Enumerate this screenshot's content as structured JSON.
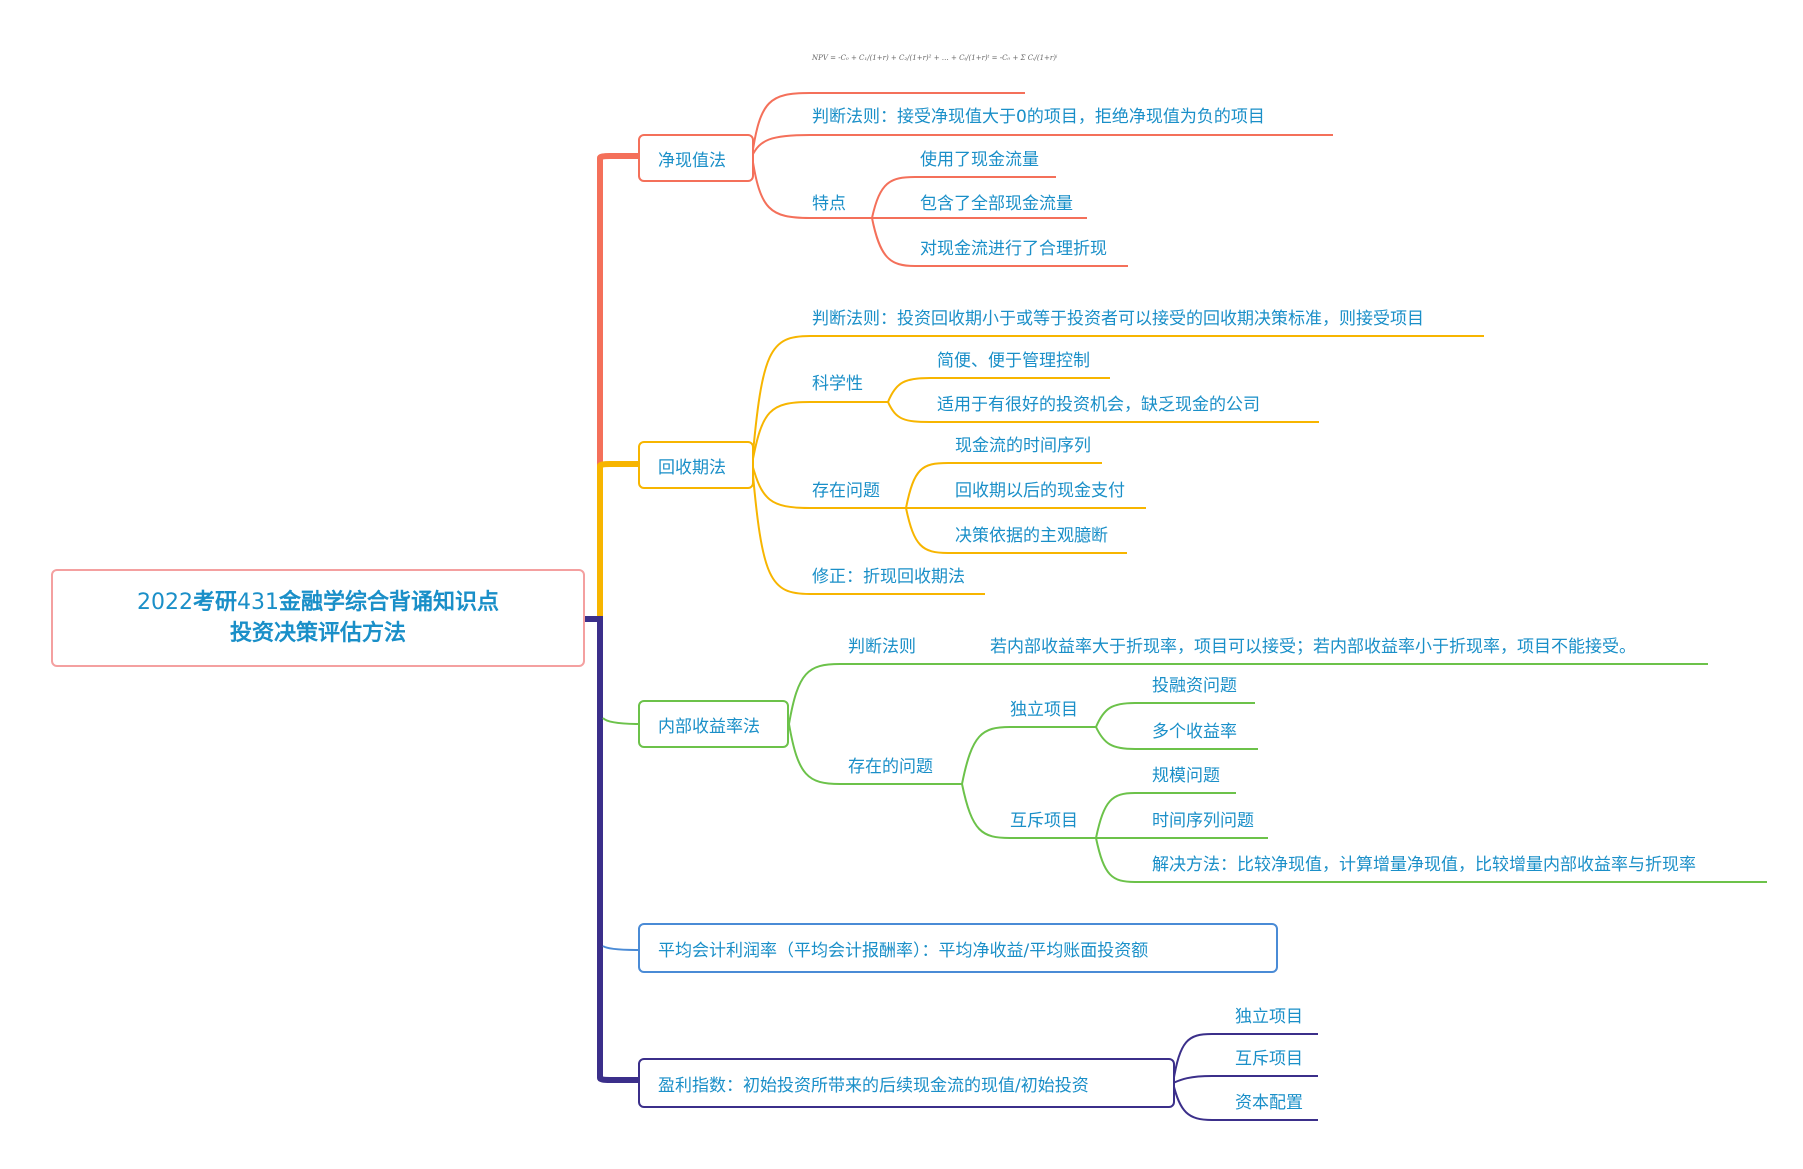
{
  "colors": {
    "npv": "#f4705a",
    "payback": "#f7b500",
    "irr": "#6cc24a",
    "aar": "#4a8bd6",
    "pi": "#3b2f8a",
    "root_border": "#f4a0a0",
    "text": "#1a8fc8"
  },
  "root": {
    "line1_year": "2022",
    "line1_a": "考研",
    "line1_num": "431",
    "line1_b": "金融学综合背诵知识点",
    "line2": "投资决策评估方法"
  },
  "npv": {
    "label": "净现值法",
    "formula": "NPV = -C₀ + C₁/(1+r) + C₂/(1+r)² + … + Cₜ/(1+r)ᵗ = -C₀ + Σ Cᵢ/(1+r)ⁱ",
    "rule": "判断法则：接受净现值大于0的项目，拒绝净现值为负的项目",
    "features_label": "特点",
    "features": [
      "使用了现金流量",
      "包含了全部现金流量",
      "对现金流进行了合理折现"
    ]
  },
  "payback": {
    "label": "回收期法",
    "rule": "判断法则：投资回收期小于或等于投资者可以接受的回收期决策标准，则接受项目",
    "science_label": "科学性",
    "science": [
      "简便、便于管理控制",
      "适用于有很好的投资机会，缺乏现金的公司"
    ],
    "problems_label": "存在问题",
    "problems": [
      "现金流的时间序列",
      "回收期以后的现金支付",
      "决策依据的主观臆断"
    ],
    "fix": "修正：折现回收期法"
  },
  "irr": {
    "label": "内部收益率法",
    "rule_label": "判断法则",
    "rule_text": "若内部收益率大于折现率，项目可以接受；若内部收益率小于折现率，项目不能接受。",
    "problems_label": "存在的问题",
    "independent_label": "独立项目",
    "independent": [
      "投融资问题",
      "多个收益率"
    ],
    "exclusive_label": "互斥项目",
    "exclusive": [
      "规模问题",
      "时间序列问题",
      "解决方法：比较净现值，计算增量净现值，比较增量内部收益率与折现率"
    ]
  },
  "aar": {
    "label": "平均会计利润率（平均会计报酬率）：平均净收益/平均账面投资额"
  },
  "pi": {
    "label": "盈利指数：初始投资所带来的后续现金流的现值/初始投资",
    "children": [
      "独立项目",
      "互斥项目",
      "资本配置"
    ]
  }
}
